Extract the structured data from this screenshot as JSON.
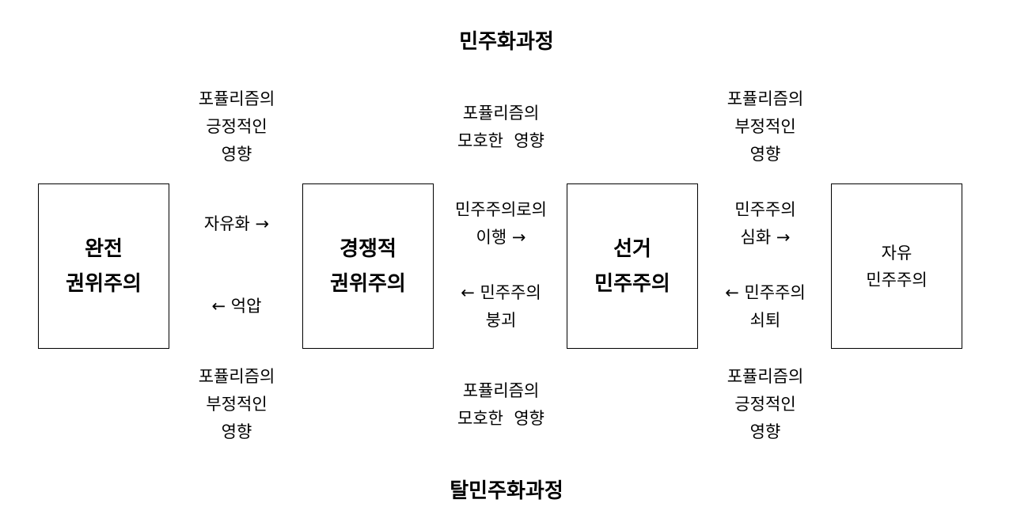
{
  "titles": {
    "top": "민주화과정",
    "bottom": "탈민주화과정"
  },
  "boxes": [
    {
      "lines": [
        "완전",
        "권위주의"
      ]
    },
    {
      "lines": [
        "경쟁적",
        "권위주의"
      ]
    },
    {
      "lines": [
        "선거",
        "민주주의"
      ]
    },
    {
      "lines": [
        "자유",
        "민주주의"
      ]
    }
  ],
  "transitions": [
    {
      "top_influence": [
        "포퓰리즘의",
        "긍정적인",
        "영향"
      ],
      "forward": [
        "자유화 →"
      ],
      "backward": [
        "← 억압"
      ],
      "bottom_influence": [
        "포퓰리즘의",
        "부정적인",
        "영향"
      ]
    },
    {
      "top_influence": [
        "포퓰리즘의",
        "모호한  영향"
      ],
      "forward": [
        "민주주의로의",
        "이행 →"
      ],
      "backward": [
        "← 민주주의",
        "붕괴"
      ],
      "bottom_influence": [
        "포퓰리즘의",
        "모호한  영향"
      ]
    },
    {
      "top_influence": [
        "포퓰리즘의",
        "부정적인",
        "영향"
      ],
      "forward": [
        "민주주의",
        "심화 →"
      ],
      "backward": [
        "← 민주주의",
        "쇠퇴"
      ],
      "bottom_influence": [
        "포퓰리즘의",
        "긍정적인",
        "영향"
      ]
    }
  ]
}
